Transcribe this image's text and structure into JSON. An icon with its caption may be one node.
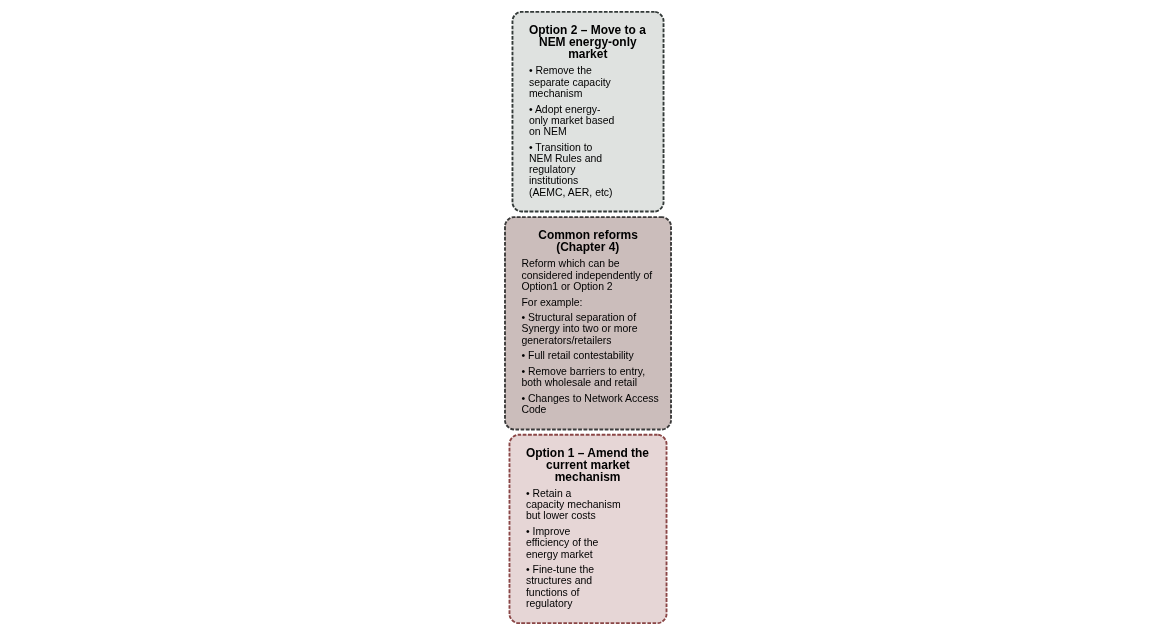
{
  "diagram": {
    "nodes": [
      {
        "text": [
          "Option 1 – Amend the current market mechanism",
          "• Retain a capacity mechanism but lower costs",
          "• Improve efficiency of the energy market",
          "• Fine-tune the structures and functions of regulatory"
        ]
      },
      {
        "text": [
          "Common reforms (Chapter 4)",
          "Reform which can be considered independently of Option1 or Option 2",
          "For example:",
          "• Structural separation of Synergy into two or more generators/retailers",
          "• Full retail contestability",
          "• Remove barriers to entry, both wholesale and retail",
          "• Changes to Network Access Code"
        ]
      },
      {
        "text": [
          "Option 2 – Move to a NEM energy-only market",
          "• Remove the separate capacity mechanism",
          "• Adopt energy-only market based on NEM",
          "• Transition to NEM Rules and regulatory institutions (AEMC, AER, etc)"
        ]
      }
    ]
  }
}
